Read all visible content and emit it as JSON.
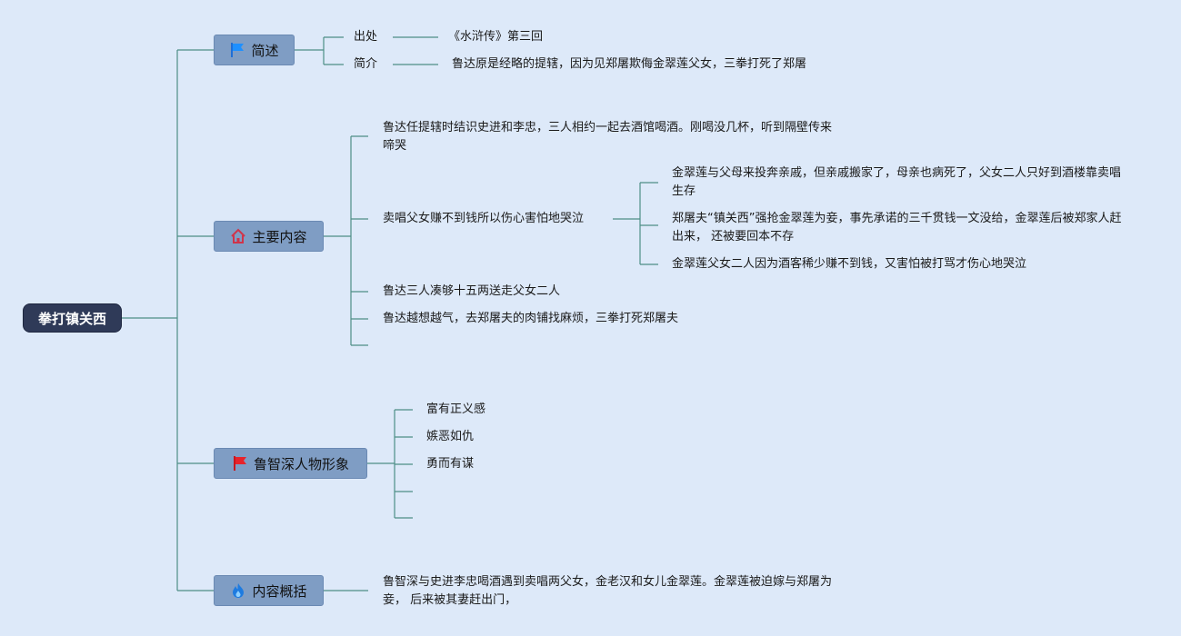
{
  "root": {
    "label": "拳打镇关西"
  },
  "branches": {
    "summary": {
      "label": "简述",
      "icon": "blue-flag-icon",
      "items": {
        "source_label": "出处",
        "source_value": "《水浒传》第三回",
        "intro_label": "简介",
        "intro_value": "鲁达原是经略的提辖，因为见郑屠欺侮金翠莲父女，三拳打死了郑屠"
      }
    },
    "main": {
      "label": "主要内容",
      "icon": "house-icon",
      "items": [
        "鲁达任提辖时结识史进和李忠，三人相约一起去酒馆喝酒。刚喝没几杯，听到隔壁传来啼哭",
        "卖唱父女赚不到钱所以伤心害怕地哭泣",
        "鲁达三人凑够十五两送走父女二人",
        "鲁达越想越气，去郑屠夫的肉铺找麻烦，三拳打死郑屠夫"
      ],
      "sub_items": [
        "金翠莲与父母来投奔亲戚，但亲戚搬家了，母亲也病死了，父女二人只好到酒楼靠卖唱生存",
        "郑屠夫“镇关西”强抢金翠莲为妾，事先承诺的三千贯钱一文没给，金翠莲后被郑家人赶出来， 还被要回本不存",
        "金翠莲父女二人因为酒客稀少赚不到钱，又害怕被打骂才伤心地哭泣"
      ]
    },
    "character": {
      "label": "鲁智深人物形象",
      "icon": "red-flag-icon",
      "items": [
        "富有正义感",
        "嫉恶如仇",
        "勇而有谋"
      ]
    },
    "overview": {
      "label": "内容概括",
      "icon": "flame-icon",
      "text": "鲁智深与史进李忠喝酒遇到卖唱两父女，金老汉和女儿金翠莲。金翠莲被迫嫁与郑屠为妾， 后来被其妻赶出门，"
    }
  },
  "colors": {
    "line": "#4e8f86",
    "root_bg": "#2f3a58",
    "branch_bg": "#7f9dc4",
    "page_bg": "#dde9f9"
  }
}
